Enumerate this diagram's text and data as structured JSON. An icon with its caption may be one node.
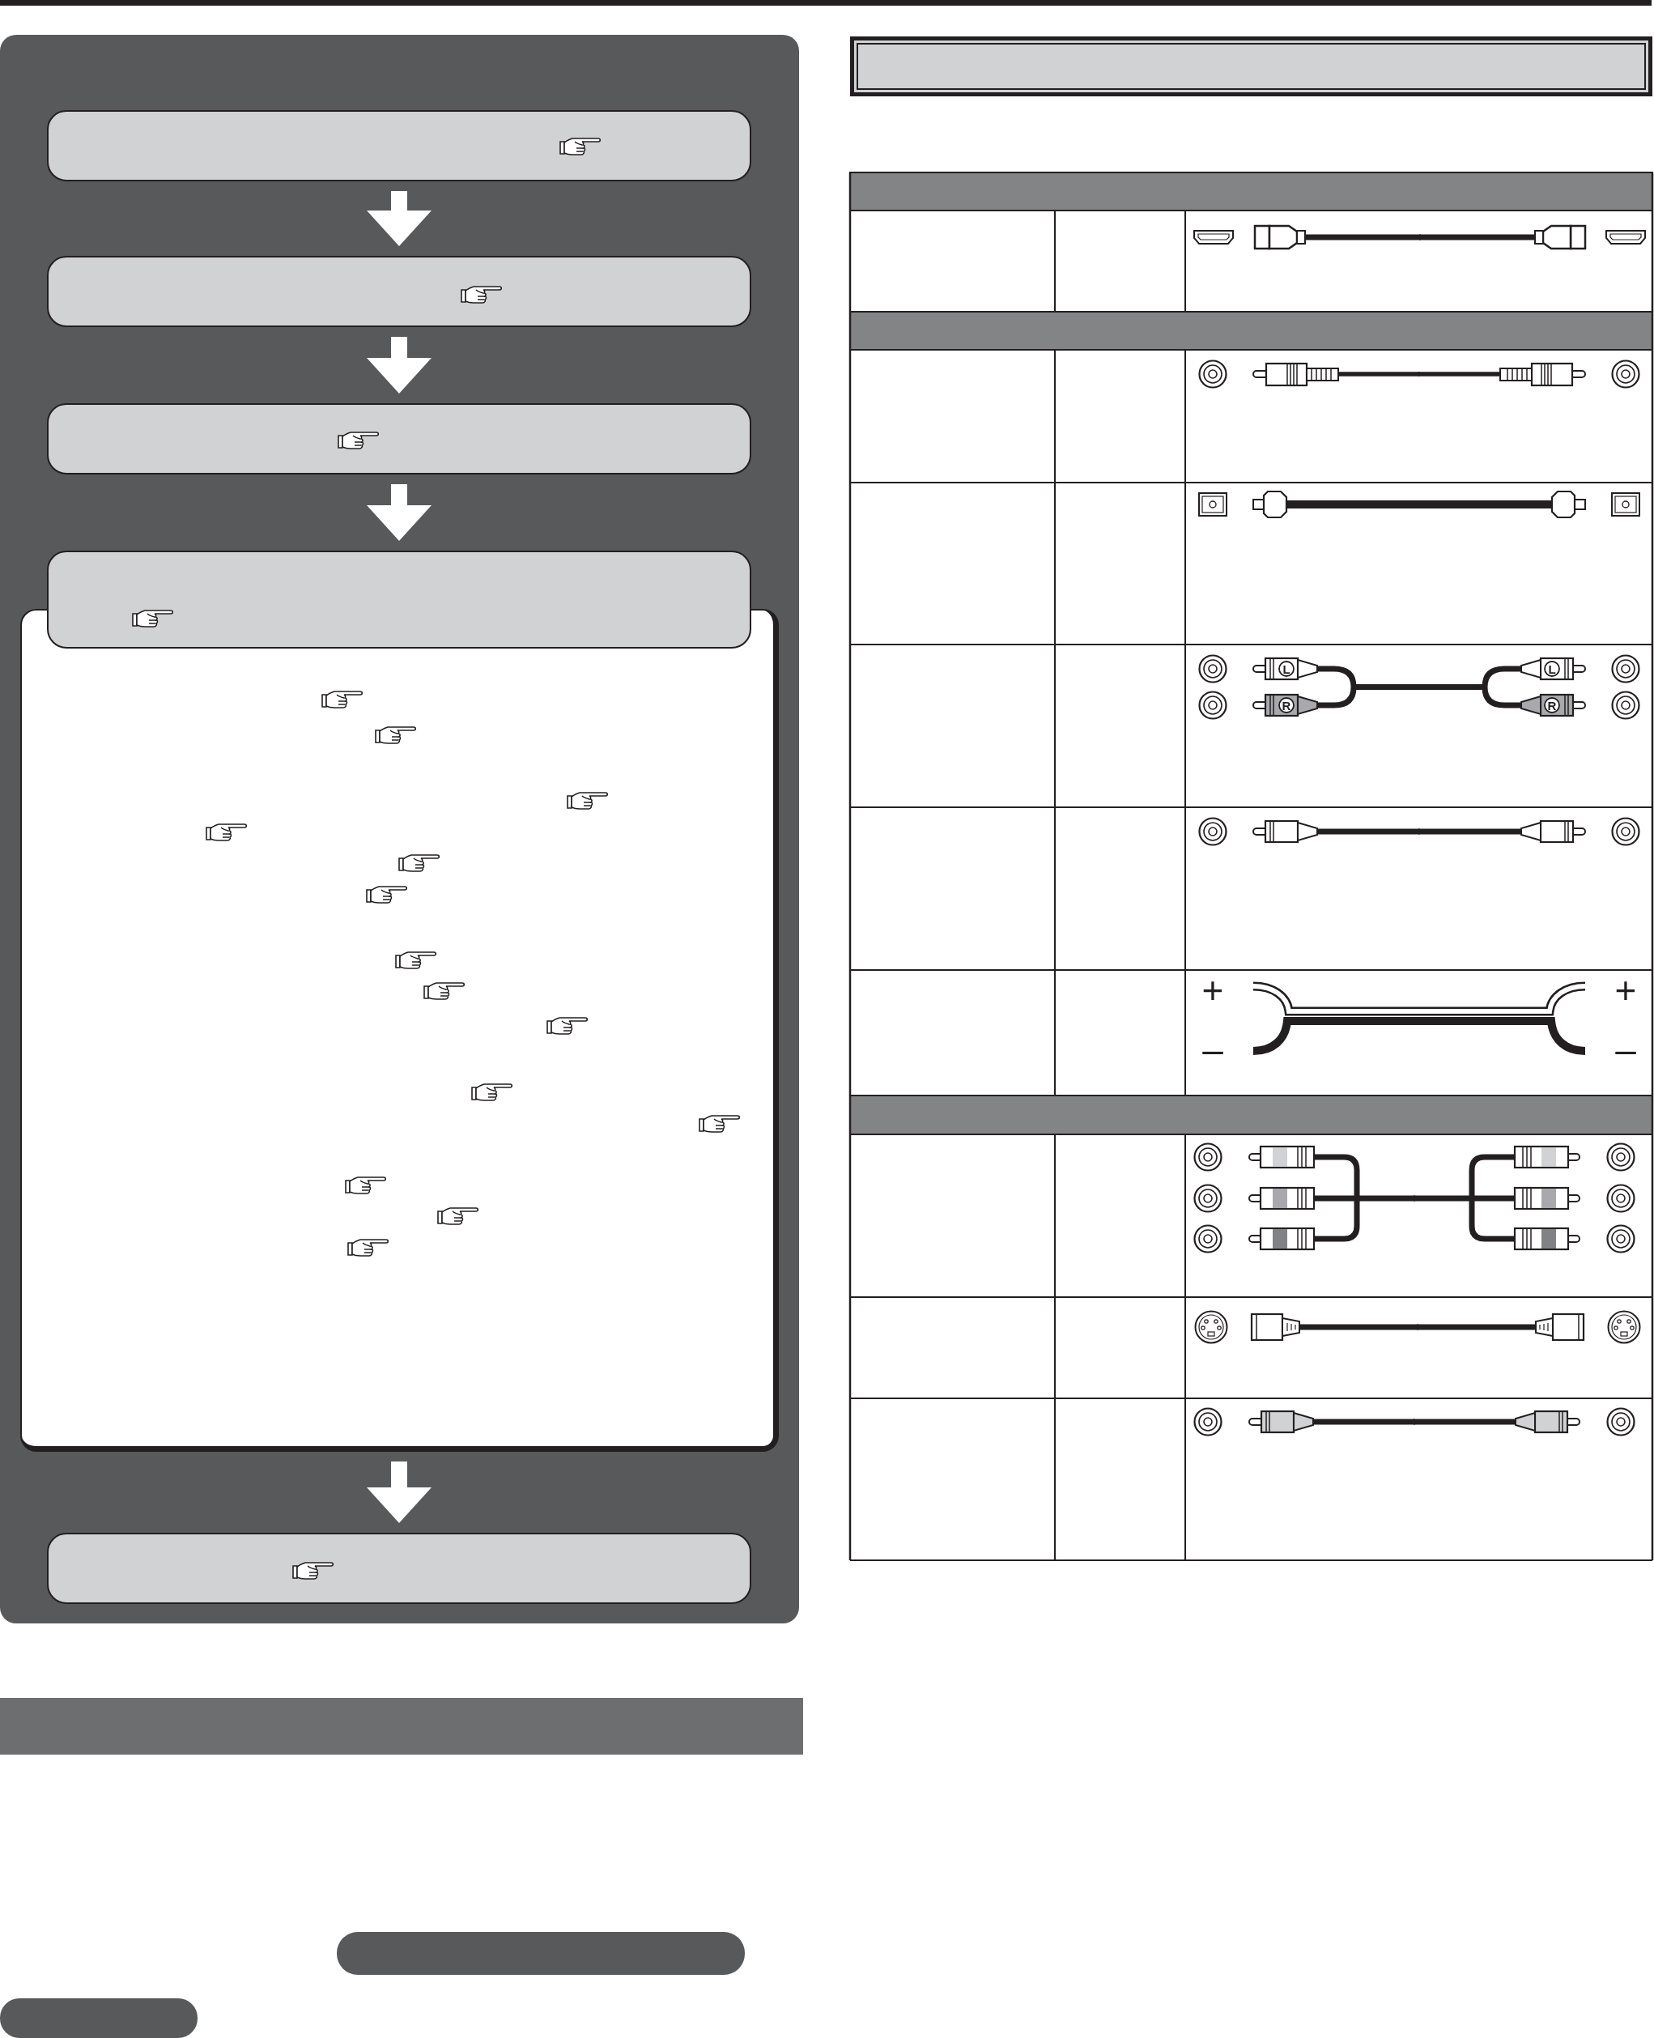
{
  "diagram": {
    "nodes": [
      {
        "text": [],
        "shape": "box"
      },
      {
        "text": [],
        "shape": "box"
      },
      {
        "text": [],
        "shape": "box"
      },
      {
        "text": [],
        "shape": "box"
      },
      {
        "text": [],
        "shape": "box"
      },
      {
        "text": [],
        "shape": "box"
      },
      {
        "text": [],
        "shape": "bar"
      },
      {
        "text": [],
        "shape": "box"
      },
      {
        "text": [],
        "shape": "box"
      },
      {
        "text": [],
        "shape": "box"
      }
    ],
    "edges": [
      {
        "from": 0,
        "to": 1,
        "arrow": "to"
      },
      {
        "from": 1,
        "to": 2,
        "arrow": "to"
      },
      {
        "from": 2,
        "to": 3,
        "arrow": "to"
      },
      {
        "from": 4,
        "to": 5,
        "arrow": "to"
      }
    ],
    "labels": [
      "L",
      "L",
      "R",
      "R",
      "+",
      "+",
      "–",
      "–"
    ]
  }
}
